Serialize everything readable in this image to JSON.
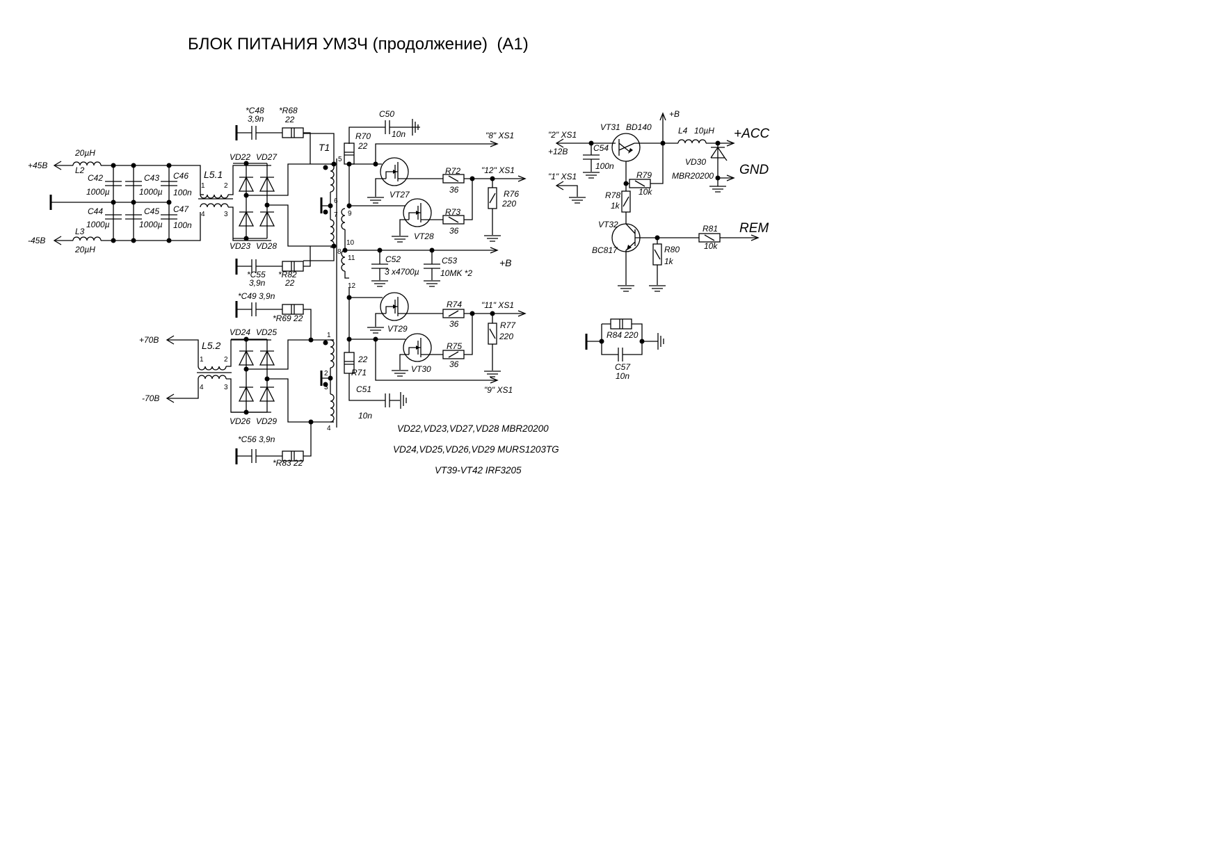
{
  "title": "БЛОК ПИТАНИЯ УМЗЧ (продолжение)  (А1)",
  "left": {
    "p45": "+45B",
    "m45": "-45B",
    "L2": "L2",
    "L2v": "20µH",
    "L3": "L3",
    "L3v": "20µH",
    "C42": "C42",
    "C42v": "1000µ",
    "C43": "C43",
    "C43v": "1000µ",
    "C44": "C44",
    "C44v": "1000µ",
    "C45": "C45",
    "C45v": "1000µ",
    "C46": "C46",
    "C46v": "100n",
    "C47": "C47",
    "C47v": "100n",
    "L51": "L5.1",
    "L52": "L5.2",
    "p70": "+70B",
    "m70": "-70B"
  },
  "rect": {
    "C48": "*C48",
    "C48v": "3,9n",
    "R68": "*R68",
    "R68v": "22",
    "C55": "*C55",
    "C55v": "3,9n",
    "R82": "*R82",
    "R82v": "22",
    "C49": "*C49  3,9n",
    "R69": "*R69 22",
    "C56": "*C56  3,9n",
    "R83": "*R83 22",
    "VD22": "VD22",
    "VD27": "VD27",
    "VD23": "VD23",
    "VD28": "VD28",
    "VD24": "VD24",
    "VD25": "VD25",
    "VD26": "VD26",
    "VD29": "VD29",
    "T1": "T1"
  },
  "pins": [
    "1",
    "2",
    "3",
    "4",
    "1",
    "2",
    "3",
    "4",
    "5",
    "6",
    "7",
    "8",
    "9",
    "10",
    "11",
    "12",
    "1",
    "2",
    "3",
    "4"
  ],
  "sw": {
    "R70": "R70",
    "R70v": "22",
    "C50": "C50",
    "C50v": "10n",
    "x8": "\"8\" XS1",
    "x12": "\"12\" XS1",
    "x11": "\"11\" XS1",
    "x9": "\"9\" XS1",
    "VT27": "VT27",
    "VT28": "VT28",
    "VT29": "VT29",
    "VT30": "VT30",
    "R72": "R72",
    "R72v": "36",
    "R73": "R73",
    "R73v": "36",
    "R74": "R74",
    "R74v": "36",
    "R75": "R75",
    "R75v": "36",
    "R76": "R76",
    "R76v": "220",
    "R77": "R77",
    "R77v": "220",
    "C52": "C52",
    "C52v": "3 x4700µ",
    "C53": "C53",
    "C53v": "10MK *2",
    "pB": "+B",
    "R71": "R71",
    "R71v": "22",
    "C51": "C51",
    "C51v": "10n"
  },
  "rem": {
    "x2": "\"2\" XS1",
    "p12": "+12B",
    "x1": "\"1\" XS1",
    "C54": "C54",
    "C54v": "100n",
    "VT31": "VT31",
    "VT31t": "BD140",
    "pB": "+B",
    "L4": "L4",
    "L4v": "10µH",
    "acc": "+ACC",
    "gnd": "GND",
    "rem": "REM",
    "VD30": "VD30",
    "VD30t": "MBR20200",
    "R79": "R79",
    "R79v": "10k",
    "R78": "R78",
    "R78v": "1k",
    "VT32": "VT32",
    "VT32t": "BC817",
    "R80": "R80",
    "R80v": "1k",
    "R81": "R81",
    "R81v": "10k",
    "R84": "R84 220",
    "C57": "C57",
    "C57v": "10n"
  },
  "notes": [
    "VD22,VD23,VD27,VD28 MBR20200",
    "VD24,VD25,VD26,VD29 MURS1203TG",
    "VT39-VT42 IRF3205"
  ]
}
